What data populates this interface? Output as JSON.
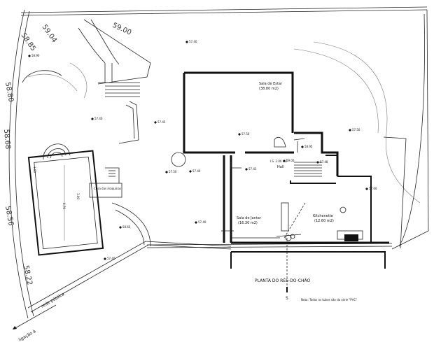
{
  "drawing": {
    "title": "PLANTA DO RÉS-DO-CHÃO",
    "note": "Nota:  Todos os tubos são da série \"PVC\"",
    "street": "rede pública",
    "connection": "ligação à",
    "section_mark": "S"
  },
  "rooms": {
    "sala_estar": {
      "name": "Sala de Estar",
      "area": "(38.80 m2)"
    },
    "sala_jantar": {
      "name": "Sala de Jantar",
      "area": "(16.30 m2)"
    },
    "kitchenette": {
      "name": "Kitchenette",
      "area": "(12.60 m2)"
    },
    "hall": {
      "name": "Hall"
    },
    "wc": {
      "name": "I.S. 2.00 m2"
    },
    "casa_maquinas": {
      "name": "Casa das máquinas"
    }
  },
  "pool": {
    "length": "6.70",
    "width": "3.00",
    "depth": "1.60"
  },
  "boundary_levels": [
    "58.85",
    "59.04",
    "59.00",
    "58.80",
    "58.68",
    "58.56",
    "58.22"
  ],
  "spot_levels": [
    "57.40",
    "58.90",
    "57.40",
    "57.45",
    "57.50",
    "57.50",
    "57.40",
    "57.43",
    "57.48",
    "57.60",
    "57.40",
    "57.40",
    "58.95",
    "57.50",
    "58.65",
    "59.00"
  ]
}
